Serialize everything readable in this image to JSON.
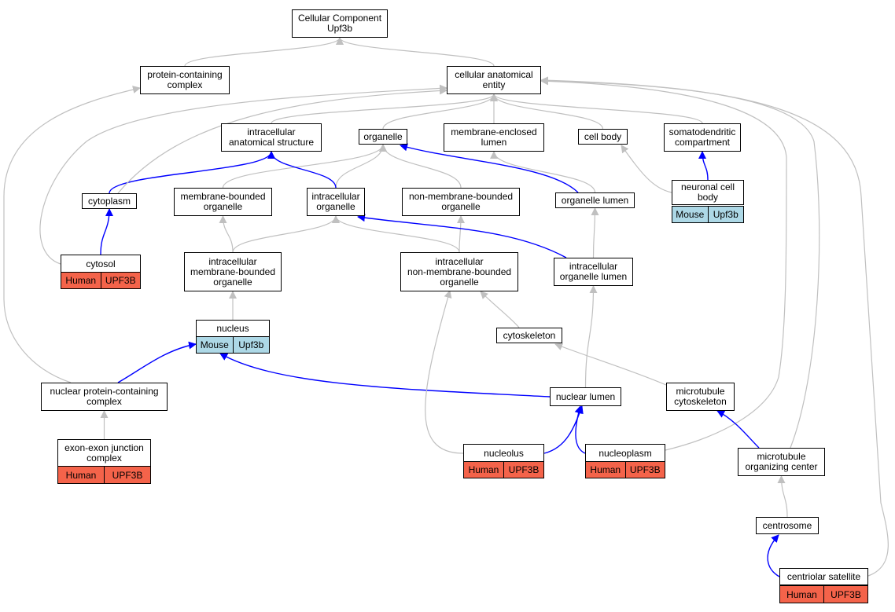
{
  "colors": {
    "is_a": "#c0c0c0",
    "part_of": "#0000ff",
    "human": "#f4634a",
    "mouse": "#add8e6"
  },
  "nodes": {
    "root": "Cellular Component\nUpf3b",
    "pcc": "protein-containing\ncomplex",
    "cae": "cellular anatomical\nentity",
    "ias": "intracellular\nanatomical structure",
    "org": "organelle",
    "mel": "membrane-enclosed\nlumen",
    "cb": "cell body",
    "sdc": "somatodendritic\ncompartment",
    "cyto": "cytoplasm",
    "mbo": "membrane-bounded\norganelle",
    "io": "intracellular\norganelle",
    "nmbo": "non-membrane-bounded\norganelle",
    "ol": "organelle lumen",
    "ncb": "neuronal cell\nbody",
    "cytosol": "cytosol",
    "imbo": "intracellular\nmembrane-bounded\norganelle",
    "inmbo": "intracellular\nnon-membrane-bounded\norganelle",
    "iol": "intracellular\norganelle lumen",
    "nuc": "nucleus",
    "csk": "cytoskeleton",
    "npcc": "nuclear protein-containing\ncomplex",
    "nl": "nuclear lumen",
    "mtc": "microtubule\ncytoskeleton",
    "eejc": "exon-exon junction\ncomplex",
    "nucleolus": "nucleolus",
    "nucleoplasm": "nucleoplasm",
    "mtoc": "microtubule\norganizing center",
    "centrosome": "centrosome",
    "cs": "centriolar satellite"
  },
  "annotations": {
    "ncb": {
      "species": "Mouse",
      "gene": "Upf3b"
    },
    "cytosol": {
      "species": "Human",
      "gene": "UPF3B"
    },
    "nuc": {
      "species": "Mouse",
      "gene": "Upf3b"
    },
    "eejc": {
      "species": "Human",
      "gene": "UPF3B"
    },
    "nucleolus": {
      "species": "Human",
      "gene": "UPF3B"
    },
    "nucleoplasm": {
      "species": "Human",
      "gene": "UPF3B"
    },
    "cs": {
      "species": "Human",
      "gene": "UPF3B"
    }
  },
  "edges": [
    {
      "from": "pcc",
      "to": "root",
      "type": "is_a"
    },
    {
      "from": "cae",
      "to": "root",
      "type": "is_a"
    },
    {
      "from": "ias",
      "to": "cae",
      "type": "is_a"
    },
    {
      "from": "org",
      "to": "cae",
      "type": "is_a"
    },
    {
      "from": "mel",
      "to": "cae",
      "type": "is_a"
    },
    {
      "from": "cb",
      "to": "cae",
      "type": "is_a"
    },
    {
      "from": "sdc",
      "to": "cae",
      "type": "is_a"
    },
    {
      "from": "cyto",
      "to": "ias",
      "type": "part_of"
    },
    {
      "from": "cyto",
      "to": "cae",
      "type": "is_a"
    },
    {
      "from": "mbo",
      "to": "org",
      "type": "is_a"
    },
    {
      "from": "io",
      "to": "org",
      "type": "is_a"
    },
    {
      "from": "io",
      "to": "ias",
      "type": "part_of"
    },
    {
      "from": "nmbo",
      "to": "org",
      "type": "is_a"
    },
    {
      "from": "ol",
      "to": "org",
      "type": "part_of"
    },
    {
      "from": "ol",
      "to": "mel",
      "type": "is_a"
    },
    {
      "from": "ncb",
      "to": "sdc",
      "type": "part_of"
    },
    {
      "from": "ncb",
      "to": "cb",
      "type": "is_a"
    },
    {
      "from": "cytosol",
      "to": "cyto",
      "type": "part_of"
    },
    {
      "from": "cytosol",
      "to": "cae",
      "type": "is_a"
    },
    {
      "from": "imbo",
      "to": "mbo",
      "type": "is_a"
    },
    {
      "from": "imbo",
      "to": "io",
      "type": "is_a"
    },
    {
      "from": "inmbo",
      "to": "nmbo",
      "type": "is_a"
    },
    {
      "from": "inmbo",
      "to": "io",
      "type": "is_a"
    },
    {
      "from": "iol",
      "to": "ol",
      "type": "is_a"
    },
    {
      "from": "iol",
      "to": "io",
      "type": "part_of"
    },
    {
      "from": "nuc",
      "to": "imbo",
      "type": "is_a"
    },
    {
      "from": "csk",
      "to": "inmbo",
      "type": "is_a"
    },
    {
      "from": "npcc",
      "to": "nuc",
      "type": "part_of"
    },
    {
      "from": "npcc",
      "to": "pcc",
      "type": "is_a"
    },
    {
      "from": "nl",
      "to": "iol",
      "type": "is_a"
    },
    {
      "from": "nl",
      "to": "nuc",
      "type": "part_of"
    },
    {
      "from": "mtc",
      "to": "csk",
      "type": "is_a"
    },
    {
      "from": "eejc",
      "to": "npcc",
      "type": "is_a"
    },
    {
      "from": "nucleolus",
      "to": "nl",
      "type": "part_of"
    },
    {
      "from": "nucleolus",
      "to": "inmbo",
      "type": "is_a"
    },
    {
      "from": "nucleoplasm",
      "to": "nl",
      "type": "part_of"
    },
    {
      "from": "nucleoplasm",
      "to": "cae",
      "type": "is_a"
    },
    {
      "from": "mtoc",
      "to": "mtc",
      "type": "part_of"
    },
    {
      "from": "mtoc",
      "to": "cae",
      "type": "is_a"
    },
    {
      "from": "centrosome",
      "to": "mtoc",
      "type": "is_a"
    },
    {
      "from": "cs",
      "to": "centrosome",
      "type": "part_of"
    },
    {
      "from": "cs",
      "to": "cae",
      "type": "is_a"
    }
  ]
}
